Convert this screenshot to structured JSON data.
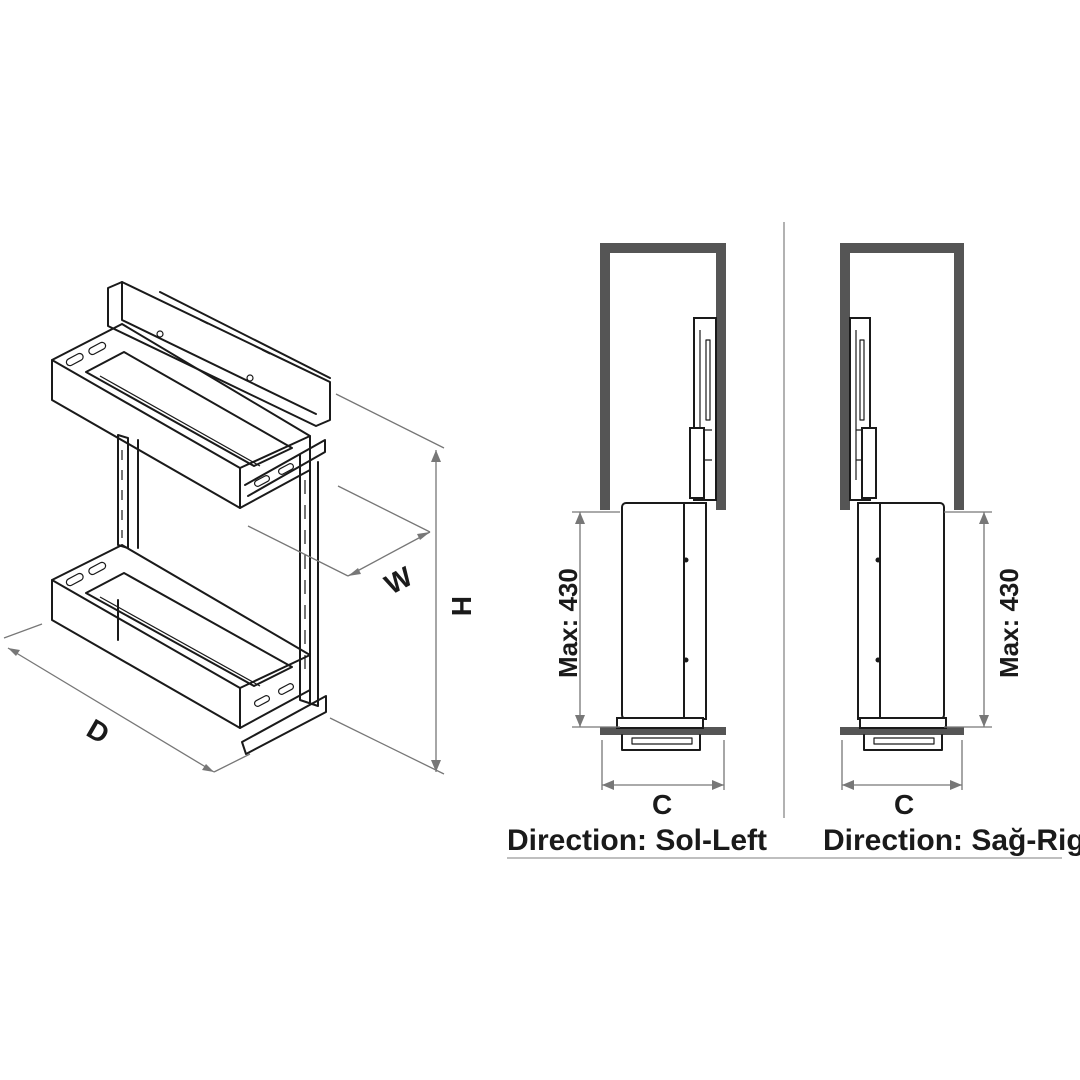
{
  "iso": {
    "label_d": "D",
    "label_w": "W",
    "label_h": "H"
  },
  "left_view": {
    "max_label": "Max: 430",
    "c_label": "C",
    "direction": "Direction: Sol-Left"
  },
  "right_view": {
    "max_label": "Max: 430",
    "c_label": "C",
    "direction": "Direction: Sağ-Right"
  },
  "colors": {
    "line": "#1a1a1a",
    "cabinet": "#555555",
    "dimension": "#777777"
  }
}
